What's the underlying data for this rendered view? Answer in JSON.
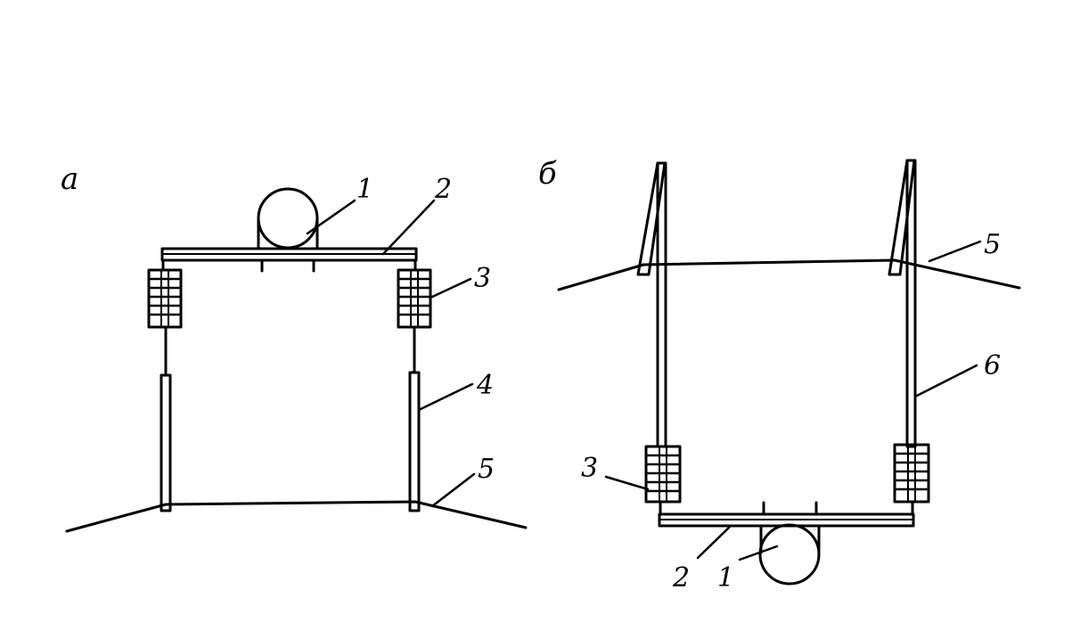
{
  "panels": {
    "a": {
      "label": "а",
      "callouts": {
        "c1": "1",
        "c2": "2",
        "c3": "3",
        "c4": "4",
        "c5": "5"
      }
    },
    "b": {
      "label": "б",
      "callouts": {
        "c1": "1",
        "c2": "2",
        "c3": "3",
        "c5": "5",
        "c6": "6"
      }
    }
  }
}
